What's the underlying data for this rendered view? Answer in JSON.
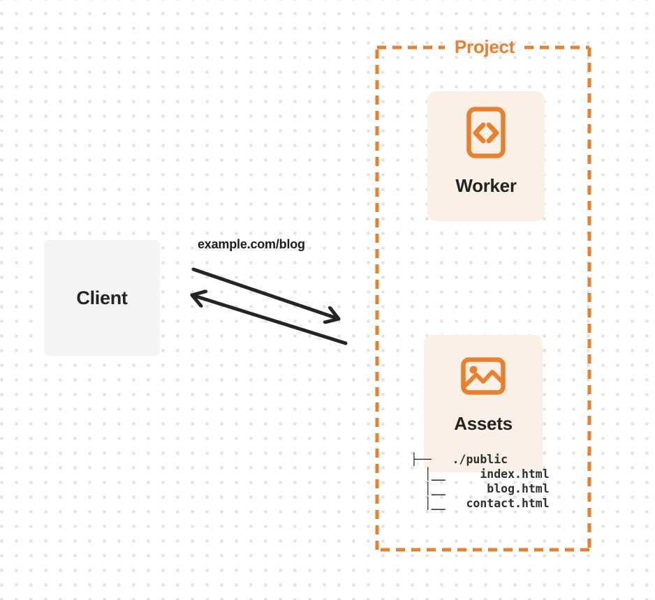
{
  "client": {
    "label": "Client"
  },
  "request_label": "example.com/blog",
  "project": {
    "label": "Project",
    "worker": {
      "label": "Worker",
      "icon": "code-document-icon"
    },
    "assets": {
      "label": "Assets",
      "icon": "image-icon",
      "file_tree": [
        "├──   ./public",
        "  │__     index.html",
        "  │__      blog.html",
        "  │__   contact.html"
      ]
    }
  },
  "icons": {
    "worker_icon": "code-document-icon",
    "assets_icon": "image-icon",
    "arrow_right": "request-arrow",
    "arrow_left": "response-arrow"
  },
  "colors": {
    "accent_orange": "#e8802d",
    "card_background": "#fbf0e5",
    "client_background": "#f4f4f6",
    "arrow_black": "#242424",
    "text_dark": "#232323",
    "tree_text": "#2e2e2e",
    "dot_grid": "#e2e2e6"
  }
}
